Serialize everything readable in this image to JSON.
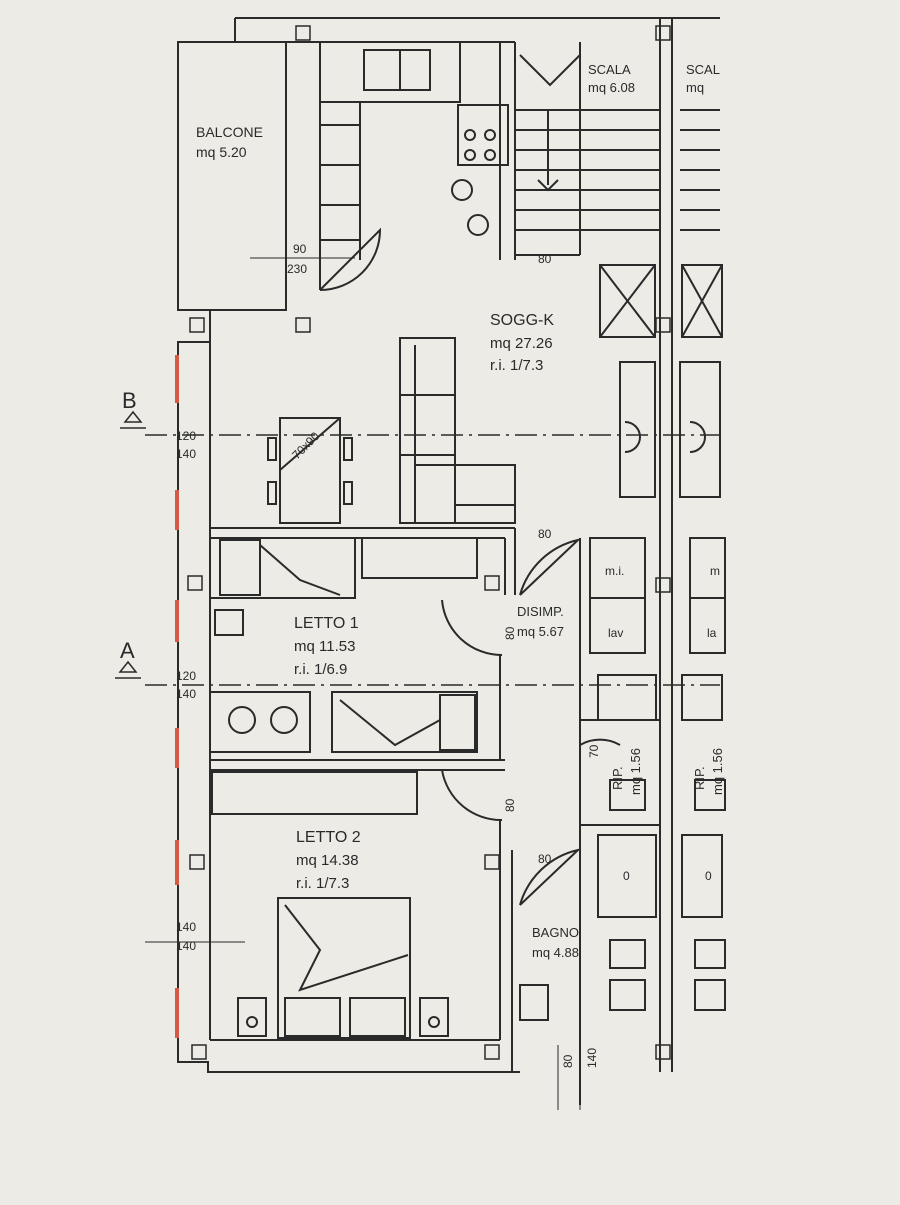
{
  "rooms": {
    "balcone": {
      "name": "BALCONE",
      "area": "mq  5.20"
    },
    "scala_1": {
      "name": "SCALA",
      "area": "mq  6.08"
    },
    "scala_2": {
      "name": "SCAL",
      "area": "mq"
    },
    "sogg_k": {
      "name": "SOGG-K",
      "area": "mq  27.26",
      "ratio": "r.i.    1/7.3"
    },
    "letto_1": {
      "name": "LETTO 1",
      "area": "mq   11.53",
      "ratio": "r.i.    1/6.9"
    },
    "disimp": {
      "name": "DISIMP.",
      "area": "mq  5.67"
    },
    "letto_2": {
      "name": "LETTO 2",
      "area": "mq   14.38",
      "ratio": "r.i.    1/7.3"
    },
    "bagno": {
      "name": "BAGNO",
      "area": "mq   4.88"
    },
    "rip_1": {
      "name": "RIP.",
      "area": "mq  1.56"
    },
    "rip_2": {
      "name": "RIP.",
      "area": "mq  1.56"
    }
  },
  "fixtures": {
    "table": "70x90",
    "mi_1": "m.i.",
    "mi_2": "m",
    "lav_1": "lav",
    "lav_2": "la",
    "shower_1": "0",
    "shower_2": "0"
  },
  "section_markers": {
    "b": "B",
    "a": "A"
  },
  "dimensions": {
    "d90": "90",
    "d230": "230",
    "d80_top": "80",
    "d80_disimp": "80",
    "d80_letto1": "80",
    "d80_letto2": "80",
    "d80_bagno": "80",
    "d70": "70",
    "d120_b": "120",
    "d140_b": "140",
    "d120_a": "120",
    "d140_a": "140",
    "d140_l2a": "140",
    "d140_l2b": "140",
    "d80_bottom": "80",
    "d140_bottom": "140"
  },
  "colors": {
    "line": "#2a2a2a",
    "window_accent": "#d45a44",
    "paper": "#ecebe6"
  }
}
